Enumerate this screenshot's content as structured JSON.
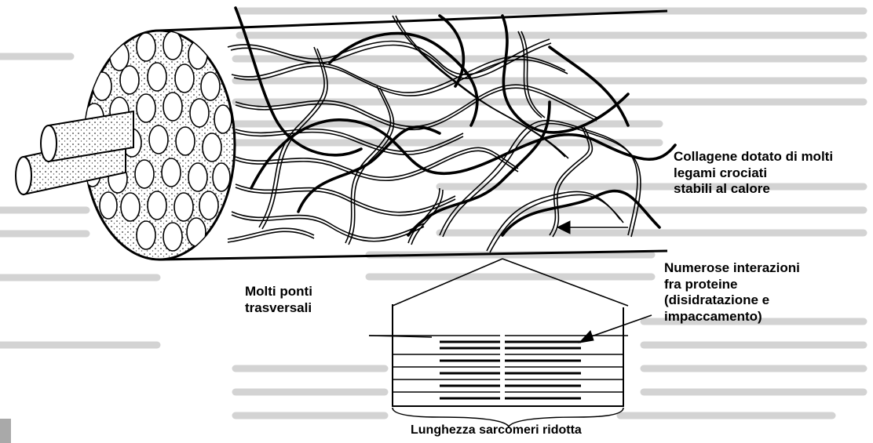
{
  "figure": {
    "labels": {
      "collagen": "Collagene dotato di molti\nlegami crociati\nstabili al calore",
      "interactions": "Numerose interazioni\nfra proteine\n(disidratazione e\nimpaccamento)",
      "bridges": "Molti ponti\ntrasversali",
      "sarcomere": "Lunghezza sarcomeri ridotta"
    },
    "colors": {
      "ink": "#000000",
      "background_text": "#c9c9c9",
      "corner_patch": "#a9a9a9"
    }
  }
}
